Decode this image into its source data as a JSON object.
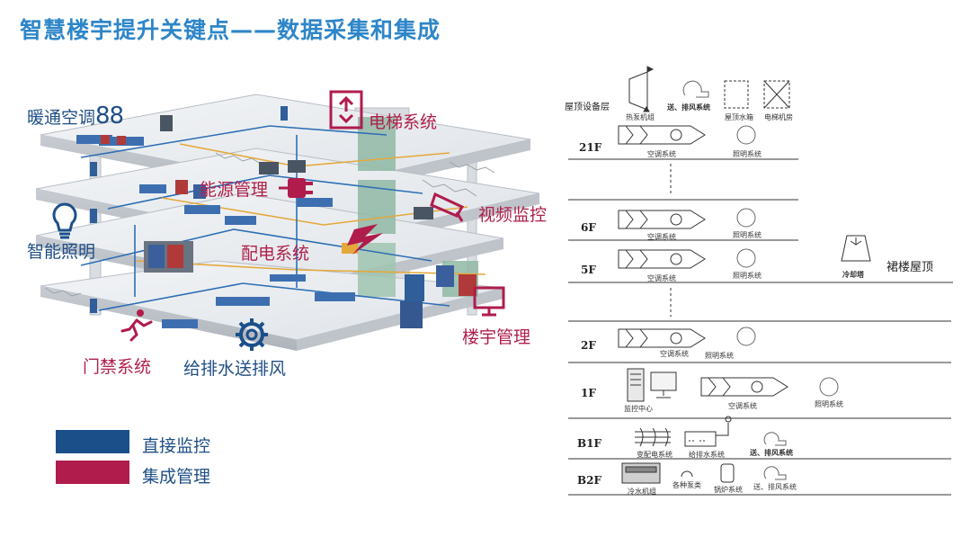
{
  "title": "智慧楼宇提升关键点——数据采集和集成",
  "building": {
    "labels": {
      "hvac": "暖通空调",
      "hvac_icon": "88",
      "elevator": "电梯系统",
      "energy": "能源管理",
      "video": "视频监控",
      "lighting": "智能照明",
      "power": "配电系统",
      "bms": "楼宇管理",
      "access": "门禁系统",
      "water": "给排水送排风"
    }
  },
  "legend": {
    "items": [
      {
        "color": "#1b4f8a",
        "label": "直接监控"
      },
      {
        "color": "#b01c4c",
        "label": "集成管理"
      }
    ]
  },
  "schematic": {
    "roof": {
      "floor": "屋顶设备层",
      "items": [
        "热泵机组",
        "送、排风系统",
        "屋顶水箱",
        "电梯机房"
      ]
    },
    "f21": {
      "floor": "21F",
      "items": [
        "空调系统",
        "照明系统"
      ]
    },
    "f6": {
      "floor": "6F",
      "items": [
        "空调系统",
        "照明系统"
      ]
    },
    "f5": {
      "floor": "5F",
      "items": [
        "空调系统",
        "照明系统",
        "冷却塔"
      ],
      "note": "裙楼屋顶"
    },
    "f2": {
      "floor": "2F",
      "items": [
        "空调系统",
        "照明系统"
      ]
    },
    "f1": {
      "floor": "1F",
      "items": [
        "监控中心",
        "空调系统",
        "照明系统"
      ]
    },
    "b1": {
      "floor": "B1F",
      "items": [
        "变配电系统",
        "给排水系统",
        "送、排风系统"
      ]
    },
    "b2": {
      "floor": "B2F",
      "items": [
        "冷水机组",
        "各种泵类",
        "锅炉系统",
        "送、排风系统"
      ]
    }
  },
  "colors": {
    "title": "#2e86c8",
    "direct": "#1b4f8a",
    "integrated": "#b01c4c"
  }
}
